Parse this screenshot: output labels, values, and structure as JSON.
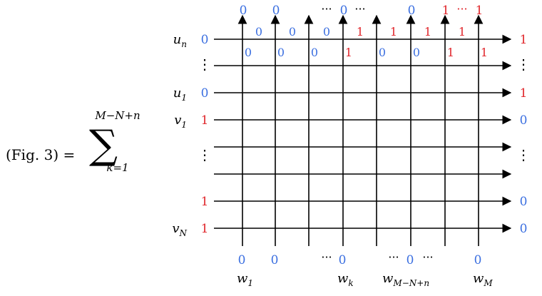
{
  "equation": {
    "lhs": "(Fig. 3) =",
    "sum_symbol": "∑",
    "sum_upper": "M−N+n",
    "sum_lower": "k=1"
  },
  "colors": {
    "line": "#000000",
    "zero": "#3b6fe0",
    "one": "#e0262b",
    "label": "#000000"
  },
  "row_labels": [
    {
      "main": "u",
      "sub": "n"
    },
    {
      "main": "",
      "sub": ""
    },
    {
      "main": "u",
      "sub": "1"
    },
    {
      "main": "v",
      "sub": "1"
    },
    {
      "main": "",
      "sub": ""
    },
    {
      "main": "",
      "sub": ""
    },
    {
      "main": "",
      "sub": ""
    },
    {
      "main": "v",
      "sub": "N"
    }
  ],
  "left_values": [
    "0",
    "",
    "0",
    "1",
    "",
    "",
    "1",
    "1"
  ],
  "right_values": [
    "1",
    "",
    "1",
    "0",
    "",
    "",
    "0",
    "0"
  ],
  "column_labels": [
    {
      "main": "w",
      "sub": "1"
    },
    {
      "main": "",
      "sub": ""
    },
    {
      "main": "",
      "sub": ""
    },
    {
      "main": "w",
      "sub": "k"
    },
    {
      "main": "",
      "sub": ""
    },
    {
      "main": "w",
      "sub": "M−N+n"
    },
    {
      "main": "",
      "sub": ""
    },
    {
      "main": "w",
      "sub": "M"
    }
  ],
  "bottom_values": [
    "0",
    "0",
    "",
    "0",
    "",
    "0",
    "",
    "0"
  ],
  "top_values": [
    "0",
    "0",
    "",
    "0",
    "",
    "0",
    "1",
    "1"
  ],
  "top_dots": [
    "···",
    "···",
    "···"
  ],
  "bottom_dots": [
    "···",
    "···",
    "···"
  ],
  "row_dots": [
    "⋮",
    "⋮",
    "⋮",
    "⋮"
  ],
  "top_row_upper": [
    "0",
    "0",
    "0",
    "1",
    "1",
    "1",
    "1"
  ],
  "top_row_lower": [
    "0",
    "0",
    "0",
    "1",
    "0",
    "0",
    "1",
    "1"
  ]
}
